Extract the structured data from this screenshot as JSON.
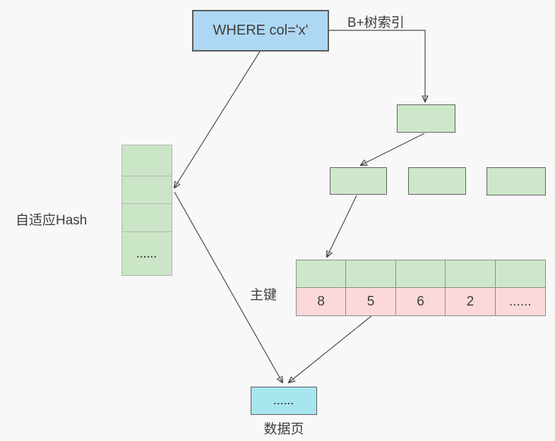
{
  "query": {
    "label": "WHERE col='x'"
  },
  "labels": {
    "btree": "B+树索引",
    "hash": "自适应Hash",
    "primary_key": "主键",
    "data_page": "数据页"
  },
  "hash_stack": {
    "cells": [
      "",
      "",
      "",
      "......"
    ]
  },
  "leaf_table": {
    "pointer_row": [
      "",
      "",
      "",
      "",
      ""
    ],
    "key_row": [
      "8",
      "5",
      "6",
      "2",
      "......"
    ]
  },
  "data_page": {
    "label": "......"
  },
  "colors": {
    "node_green": "#cee7ca",
    "key_pink": "#fbd9da",
    "query_blue": "#aed7f3",
    "page_cyan": "#a8e6ee",
    "line": "#4a4a4a",
    "background": "#f8f8f8"
  }
}
